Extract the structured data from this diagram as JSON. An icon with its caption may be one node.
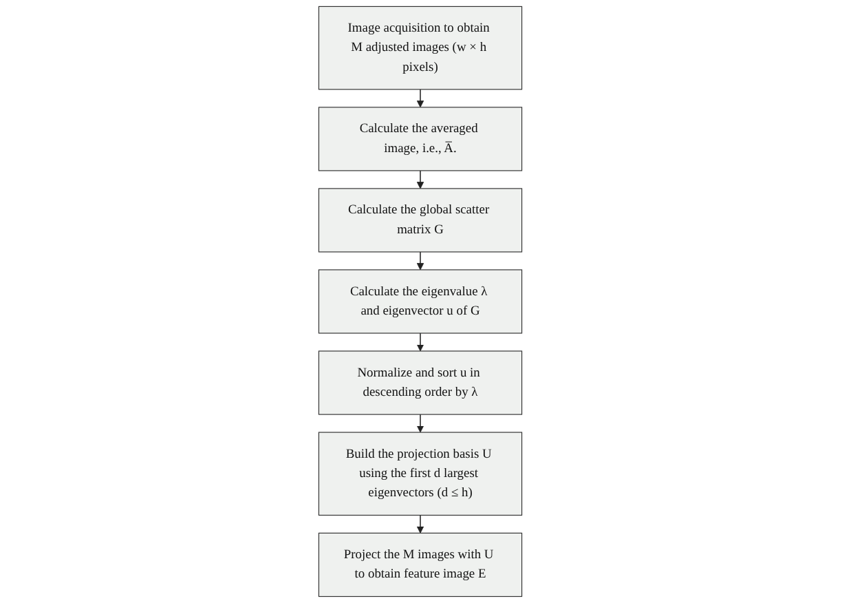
{
  "diagram": {
    "nodes": [
      {
        "text": [
          "Image acquisition to obtain M adjusted images (w × h pixels)"
        ]
      },
      {
        "text": [
          "Calculate the averaged image, i.e., A̅."
        ]
      },
      {
        "text": [
          "Calculate the global scatter matrix G"
        ]
      },
      {
        "text": [
          "Calculate the eigenvalue λ and eigenvector u of G"
        ]
      },
      {
        "text": [
          "Normalize and sort u in descending order by λ"
        ]
      },
      {
        "text": [
          "Build the projection basis U using the first d largest eigenvectors (d ≤ h)"
        ]
      },
      {
        "text": [
          "Project the M images with U to obtain feature image E"
        ]
      }
    ],
    "edges": [
      {
        "from": 0,
        "to": 1,
        "arrow": "to"
      },
      {
        "from": 1,
        "to": 2,
        "arrow": "to"
      },
      {
        "from": 2,
        "to": 3,
        "arrow": "to"
      },
      {
        "from": 3,
        "to": 4,
        "arrow": "to"
      },
      {
        "from": 4,
        "to": 5,
        "arrow": "to"
      },
      {
        "from": 5,
        "to": 6,
        "arrow": "to"
      }
    ]
  }
}
